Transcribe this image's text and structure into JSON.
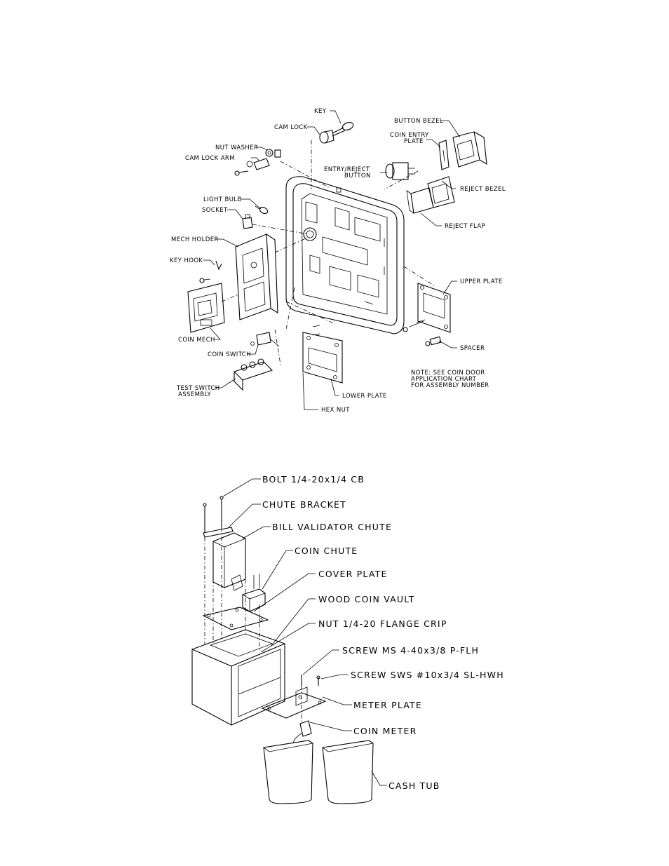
{
  "coin_door_diagram": {
    "labels": {
      "key": "KEY",
      "cam_lock": "CAM LOCK",
      "nut_washer": "NUT WASHER",
      "cam_lock_arm": "CAM LOCK ARM",
      "button_bezel": "BUTTON BEZEL",
      "coin_entry_plate_line1": "COIN ENTRY",
      "coin_entry_plate_line2": "PLATE",
      "entry_reject_line1": "ENTRY/REJECT",
      "entry_reject_line2": "BUTTON",
      "light_bulb": "LIGHT BULB",
      "socket": "SOCKET",
      "reject_bezel": "REJECT BEZEL",
      "reject_flap": "REJECT FLAP",
      "mech_holder": "MECH HOLDER",
      "key_hook": "KEY HOOK",
      "upper_plate": "UPPER PLATE",
      "coin_mech": "COIN MECH",
      "spacer": "SPACER",
      "coin_switch": "COIN SWITCH",
      "note_line1": "NOTE:  SEE COIN DOOR",
      "note_line2": "APPLICATION CHART",
      "note_line3": "FOR ASSEMBLY NUMBER",
      "test_switch_line1": "TEST SWITCH",
      "test_switch_line2": "ASSEMBLY",
      "lower_plate": "LOWER PLATE",
      "hex_nut": "HEX NUT"
    }
  },
  "vault_diagram": {
    "labels": {
      "bolt": "BOLT 1/4-20x1/4 CB",
      "chute_bracket": "CHUTE BRACKET",
      "bill_validator_chute": "BILL VALIDATOR CHUTE",
      "coin_chute": "COIN CHUTE",
      "cover_plate": "COVER PLATE",
      "wood_coin_vault": "WOOD COIN VAULT",
      "nut_flange": "NUT 1/4-20 FLANGE CRIP",
      "screw_ms": "SCREW MS 4-40x3/8 P-FLH",
      "screw_sws": "SCREW SWS #10x3/4 SL-HWH",
      "meter_plate": "METER PLATE",
      "coin_meter": "COIN METER",
      "cash_tub": "CASH TUB"
    }
  }
}
